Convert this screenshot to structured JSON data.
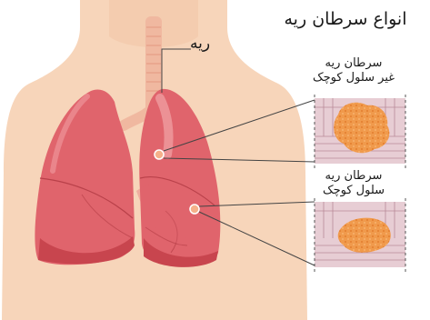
{
  "title": "انواع سرطان ریه",
  "lung_label": "ریه",
  "types": [
    {
      "line1": "سرطان ریه",
      "line2": "غیر سلول کوچک"
    },
    {
      "line1": "سرطان ریه",
      "line2": "سلول کوچک"
    }
  ],
  "colors": {
    "skin": "#f7d5ba",
    "lung": "#e0646c",
    "lung_shadow": "#c8454e",
    "tumor": "#f09a4c",
    "tissue": "#e7cdd4"
  }
}
